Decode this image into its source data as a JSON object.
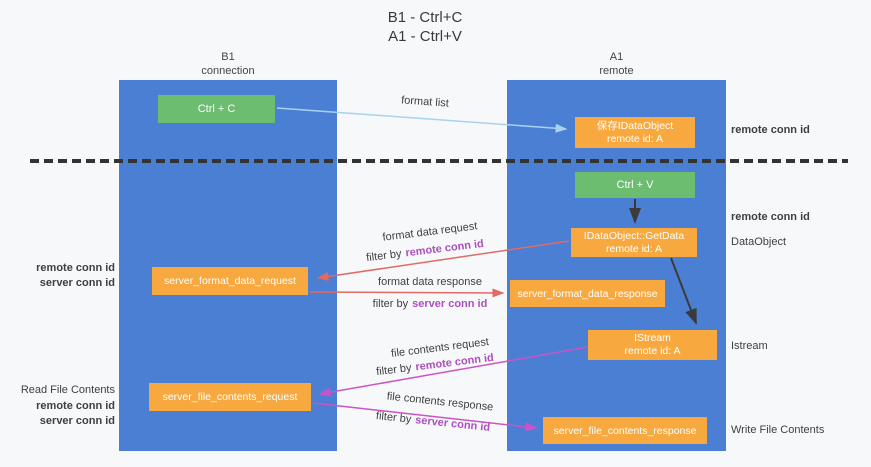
{
  "title": {
    "line1": "B1 - Ctrl+C",
    "line2": "A1 - Ctrl+V"
  },
  "lanes": {
    "left": {
      "name": "B1",
      "role": "connection"
    },
    "right": {
      "name": "A1",
      "role": "remote"
    }
  },
  "boxes": {
    "ctrl_c": {
      "label": "Ctrl + C"
    },
    "ctrl_v": {
      "label": "Ctrl + V"
    },
    "save_dataobject": {
      "line1": "保存IDataObject",
      "line2": "remote id: A"
    },
    "getdata": {
      "line1": "IDataObject::GetData",
      "line2": "remote id: A"
    },
    "istream": {
      "line1": "IStream",
      "line2": "remote id: A"
    },
    "format_request": {
      "label": "server_format_data_request"
    },
    "format_response": {
      "label": "server_format_data_response"
    },
    "file_request": {
      "label": "server_file_contents_request"
    },
    "file_response": {
      "label": "server_file_contents_response"
    }
  },
  "arrows": {
    "format_list": "format list",
    "format_data_request": "format data request",
    "format_data_response": "format data response",
    "file_contents_request": "file contents request",
    "file_contents_response": "file contents response",
    "filter_by": "filter by",
    "remote_conn_id": "remote conn id",
    "server_conn_id": "server conn id"
  },
  "annotations": {
    "remote_conn_id": "remote conn id",
    "server_conn_id": "server conn id",
    "dataobject": "DataObject",
    "istream": "Istream",
    "read_file_contents": "Read File Contents",
    "write_file_contents": "Write File Contents"
  },
  "colors": {
    "lane_blue": "#4a7fd4",
    "box_orange": "#f7a940",
    "box_green": "#6cbd70",
    "arrow_red": "#e06a66",
    "arrow_magenta": "#cb53c6",
    "arrow_blue": "#a8d2ee",
    "arrow_black": "#3b3b3b",
    "label_purple": "#ad4fc0",
    "label_green": "#54b258"
  }
}
